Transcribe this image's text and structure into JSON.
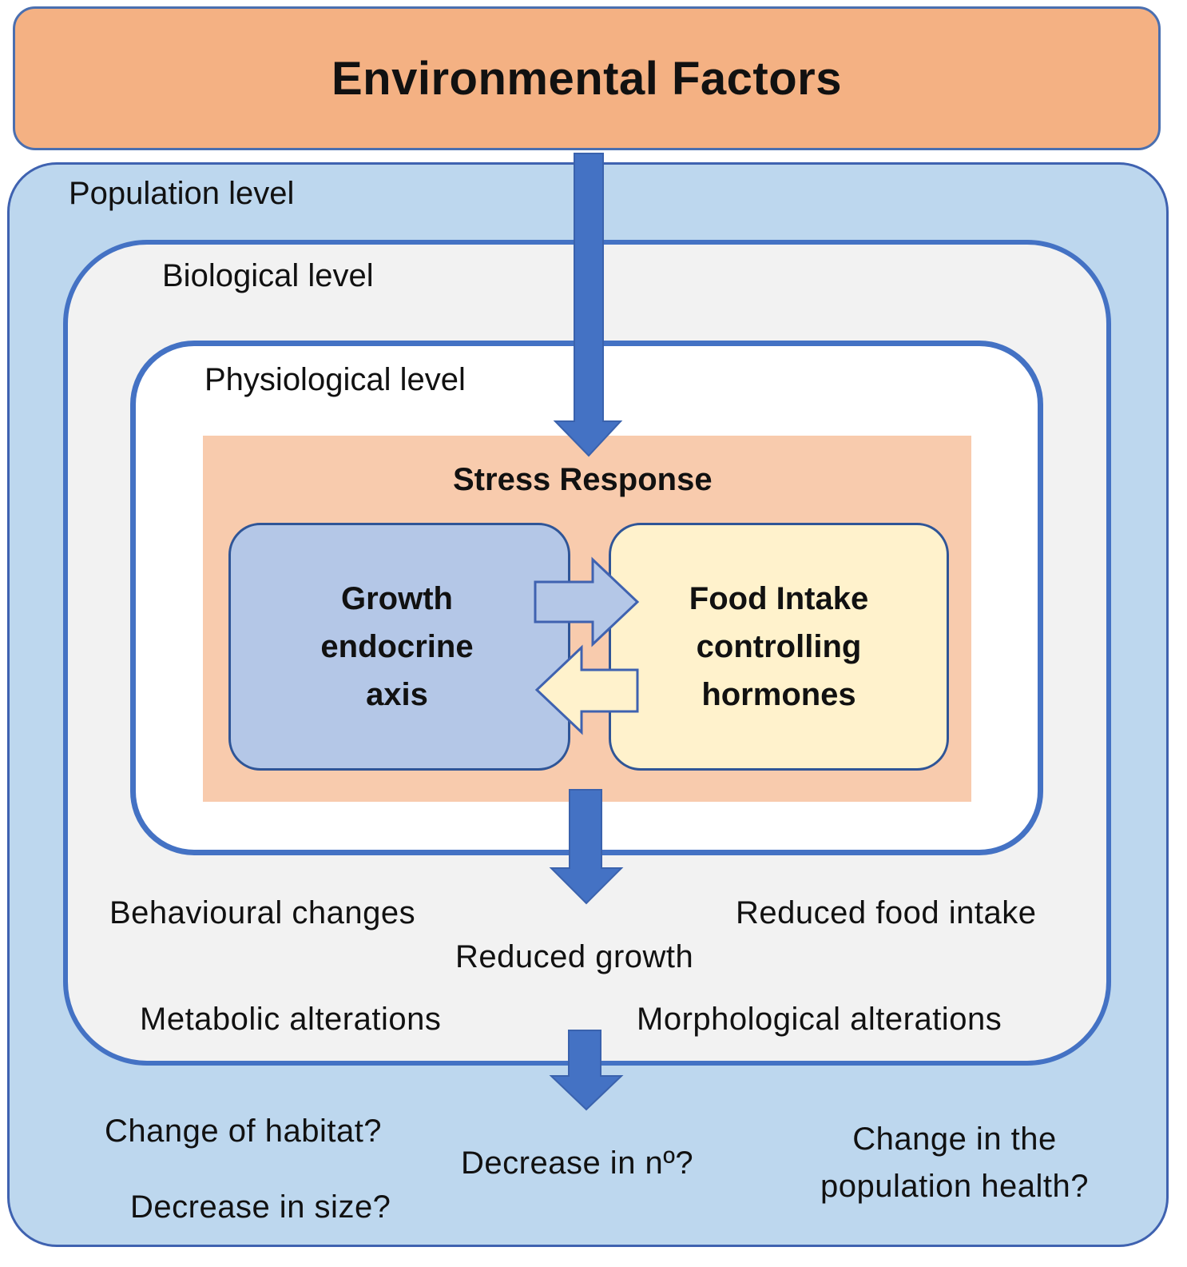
{
  "title": "Environmental Factors",
  "levels": {
    "population": "Population level",
    "biological": "Biological level",
    "physiological": "Physiological level"
  },
  "stress_response": {
    "label": "Stress Response",
    "growth_axis": [
      "Growth",
      "endocrine",
      "axis"
    ],
    "food_intake": [
      "Food Intake",
      "controlling",
      "hormones"
    ]
  },
  "biological_effects": {
    "behavioural": "Behavioural  changes",
    "reduced_food": "Reduced food intake",
    "reduced_growth": "Reduced growth",
    "metabolic": "Metabolic alterations",
    "morphological": "Morphological alterations"
  },
  "population_effects": {
    "habitat": "Change of habitat?",
    "size": "Decrease  in size?",
    "number": "Decrease  in nº?",
    "health": [
      "Change in the",
      "population health?"
    ]
  },
  "colors": {
    "env_fill": "#f4b183",
    "population_fill": "#bdd7ee",
    "biological_fill": "#f2f2f2",
    "stress_fill": "#f8cbad",
    "growth_fill": "#b4c7e7",
    "food_fill": "#fff2cc",
    "arrow_blue": "#4472c4"
  }
}
